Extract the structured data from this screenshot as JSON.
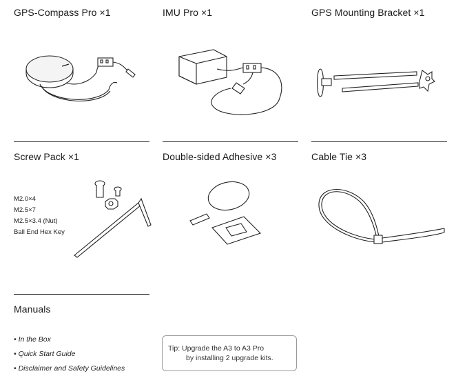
{
  "items": [
    {
      "label": "GPS-Compass Pro ×1"
    },
    {
      "label": "IMU Pro ×1"
    },
    {
      "label": "GPS Mounting Bracket ×1"
    },
    {
      "label": "Screw Pack ×1"
    },
    {
      "label": "Double-sided Adhesive ×3"
    },
    {
      "label": "Cable Tie ×3"
    }
  ],
  "screw_pack": {
    "contents": [
      "M2.0×4",
      "M2.5×7",
      "M2.5×3.4 (Nut)",
      "Ball End Hex Key"
    ]
  },
  "manuals": {
    "title": "Manuals",
    "list": [
      "• In the Box",
      "• Quick Start Guide",
      "• Disclaimer and Safety Guidelines"
    ]
  },
  "tip": {
    "line1": "Tip: Upgrade the A3 to A3 Pro",
    "line2": "by installing 2 upgrade kits."
  },
  "icons": {
    "gps_compass": "gps-compass-illustration",
    "imu": "imu-pro-illustration",
    "bracket": "gps-mounting-bracket-illustration",
    "screws": "screw-pack-illustration",
    "adhesive": "double-sided-adhesive-illustration",
    "cable_tie": "cable-tie-illustration"
  }
}
